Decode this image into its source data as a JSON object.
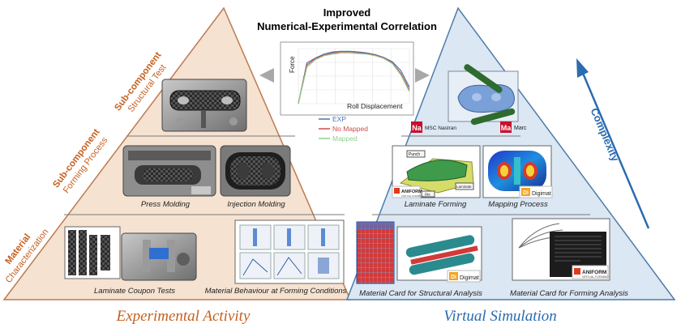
{
  "colors": {
    "left_fill": "#f5e2d1",
    "left_stroke": "#bd7a52",
    "right_fill": "#dbe7f3",
    "right_stroke": "#4f7ba8",
    "orange_text": "#c5601f",
    "blue_text": "#2a6cb0",
    "arrow_gray": "#a8a8a8"
  },
  "title": {
    "line1": "Improved",
    "line2": "Numerical-Experimental Correlation"
  },
  "left_levels": [
    {
      "bold": "Sub-component",
      "normal": "Structural Test"
    },
    {
      "bold": "Sub-component",
      "normal": "Forming Process"
    },
    {
      "bold": "Material",
      "normal": "Characterization"
    }
  ],
  "captions": {
    "press_molding": "Press Molding",
    "injection_molding": "Injection Molding",
    "laminate_coupon": "Laminate Coupon Tests",
    "material_behaviour": "Material Behaviour at Forming Conditions",
    "laminate_forming": "Laminate Forming",
    "mapping_process": "Mapping Process",
    "card_structural": "Material Card for Structural Analysis",
    "card_forming": "Material Card for Forming Analysis"
  },
  "software": {
    "na_badge": "Na",
    "na_name": "MSC Nastran",
    "ma_badge": "Ma",
    "ma_name": "Marc",
    "aniform_name": "ANIFORM",
    "aniform_sub": "VIRTUAL FORMING",
    "digimat_badge": "Di",
    "digimat_name": "Digimat"
  },
  "forming_labels": {
    "punch": "Punch",
    "laminate": "Laminate",
    "die": "Die"
  },
  "complexity": "Complexity",
  "footer": {
    "left": "Experimental Activity",
    "right": "Virtual Simulation"
  },
  "chart_data": {
    "type": "line",
    "xlabel": "Roll Displacement",
    "ylabel": "Force",
    "legend_placement": "below",
    "series": [
      {
        "name": "EXP",
        "color": "#4a72b8",
        "values": [
          0,
          0.74,
          0.83,
          0.9,
          0.94,
          0.95,
          0.95,
          0.94,
          0.92,
          0.89,
          0.84,
          0.76,
          0.6,
          0.3
        ]
      },
      {
        "name": "No Mapped",
        "color": "#d04a4a",
        "values": [
          0,
          0.7,
          0.82,
          0.88,
          0.92,
          0.93,
          0.93,
          0.92,
          0.91,
          0.88,
          0.83,
          0.74,
          0.55,
          0.25
        ]
      },
      {
        "name": "Mapped",
        "color": "#8fd08a",
        "values": [
          0,
          0.66,
          0.8,
          0.87,
          0.9,
          0.92,
          0.92,
          0.91,
          0.9,
          0.87,
          0.82,
          0.73,
          0.52,
          0.22
        ]
      }
    ]
  }
}
